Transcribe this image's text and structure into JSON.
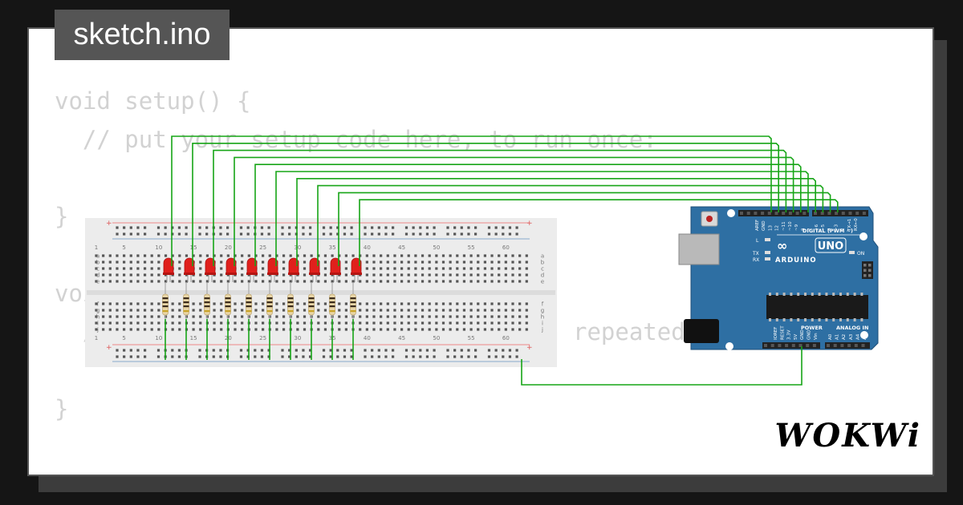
{
  "tab": {
    "filename": "sketch.ino"
  },
  "code_lines": [
    "void setup() {",
    "  // put your setup code here, to run once:",
    "",
    "}",
    "",
    "void loop() {",
    "  // put your main code here, to run repeatedly:",
    "",
    "}"
  ],
  "brand": {
    "logo_text": "WOKWi"
  },
  "breadboard": {
    "column_numbers": [
      "1",
      "5",
      "10",
      "15",
      "20",
      "25",
      "30",
      "35",
      "40",
      "45",
      "50",
      "55",
      "60"
    ],
    "row_letters_top": [
      "a",
      "b",
      "c",
      "d",
      "e"
    ],
    "row_letters_bottom": [
      "f",
      "g",
      "h",
      "i",
      "j"
    ],
    "rail_plus": "+",
    "rail_minus": "−"
  },
  "leds": {
    "count": 10,
    "color": "#e0201c"
  },
  "arduino": {
    "brand": "ARDUINO",
    "model": "UNO",
    "digital_label": "DIGITAL (PWM ~)",
    "power_label": "POWER",
    "analog_label": "ANALOG IN",
    "on_label": "ON",
    "l_label": "L",
    "tx_label": "TX",
    "rx_label": "RX",
    "digital_pins": [
      "AREF",
      "GND",
      "13",
      "12",
      "~11",
      "~10",
      "~9",
      "8",
      "7",
      "~6",
      "~5",
      "4",
      "~3",
      "2",
      "TX→1",
      "RX←0"
    ],
    "power_pins": [
      "IOREF",
      "RESET",
      "3.3V",
      "5V",
      "GND",
      "GND",
      "Vin"
    ],
    "analog_pins": [
      "A0",
      "A1",
      "A2",
      "A3",
      "A4",
      "A5"
    ]
  },
  "colors": {
    "wire": "#17a517",
    "board": "#2e6fa3",
    "breadboard": "#ececec"
  }
}
